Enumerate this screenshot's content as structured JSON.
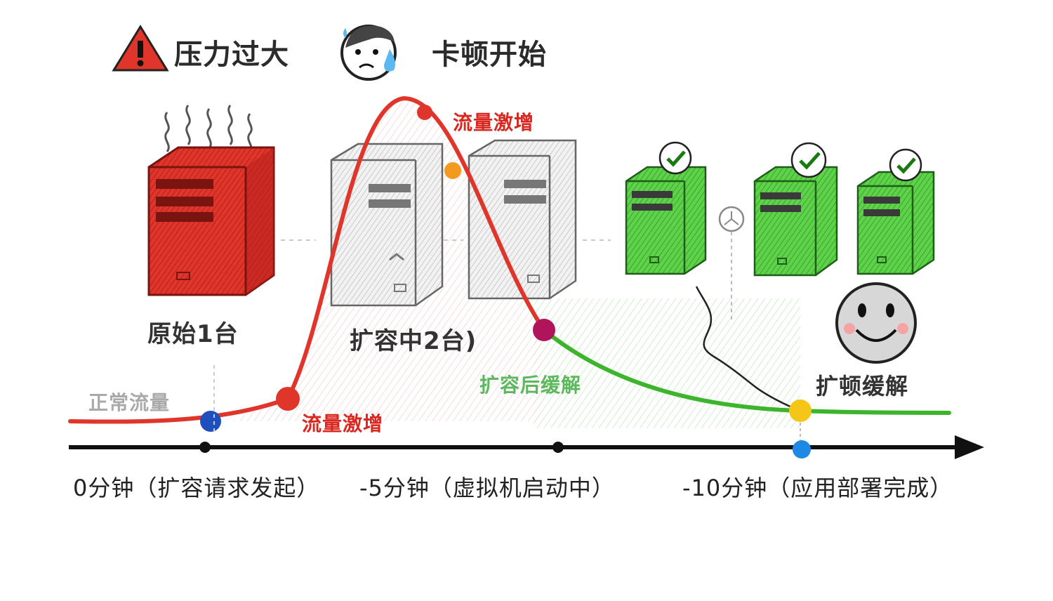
{
  "header": {
    "warning_text": "压力过大",
    "lag_text": "卡顿开始",
    "warning_icon": "warning-triangle-icon",
    "lag_icon": "sweating-face-icon"
  },
  "servers": {
    "original_label": "原始1台",
    "scaling_label": "扩容中2台)"
  },
  "curve": {
    "normal_traffic": "正常流量",
    "surge_low": "流量激增",
    "surge_high": "流量激增",
    "relief_label": "扩容后缓解",
    "resolved_label": "扩顿缓解"
  },
  "timeline": {
    "t0": "0分钟（扩容请求发起）",
    "t5": "-5分钟（虚拟机启动中）",
    "t10": "-10分钟（应用部署完成）"
  },
  "colors": {
    "overload_red": "#e0352b",
    "booting_gray": "#d8d8d8",
    "ready_green": "#4cc23a",
    "timeline_black": "#111111",
    "point_blue": "#1f4fbf",
    "point_orange": "#f39a1e",
    "point_magenta": "#b0145a",
    "point_yellow": "#f5c518"
  }
}
